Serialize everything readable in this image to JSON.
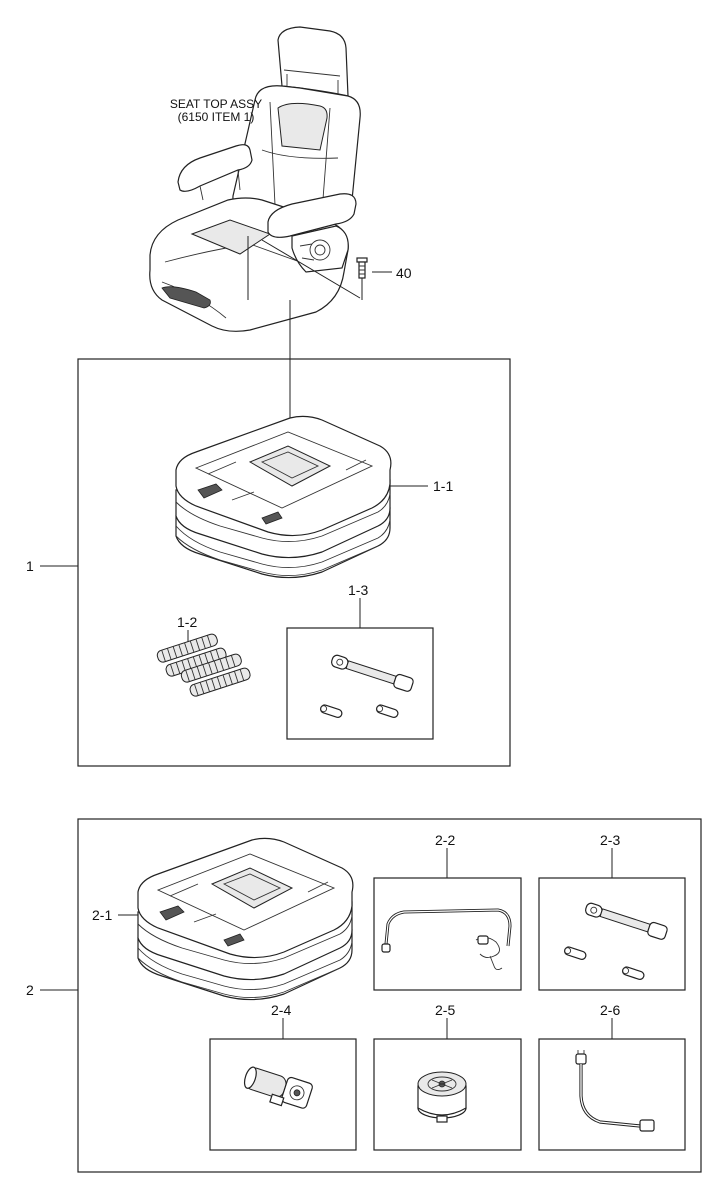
{
  "seat_top": {
    "title_line1": "SEAT TOP ASSY",
    "title_line2": "(6150 ITEM 1)"
  },
  "callouts": {
    "c40": "40",
    "c1": "1",
    "c1_1": "1-1",
    "c1_2": "1-2",
    "c1_3": "1-3",
    "c2": "2",
    "c2_1": "2-1",
    "c2_2": "2-2",
    "c2_3": "2-3",
    "c2_4": "2-4",
    "c2_5": "2-5",
    "c2_6": "2-6"
  }
}
